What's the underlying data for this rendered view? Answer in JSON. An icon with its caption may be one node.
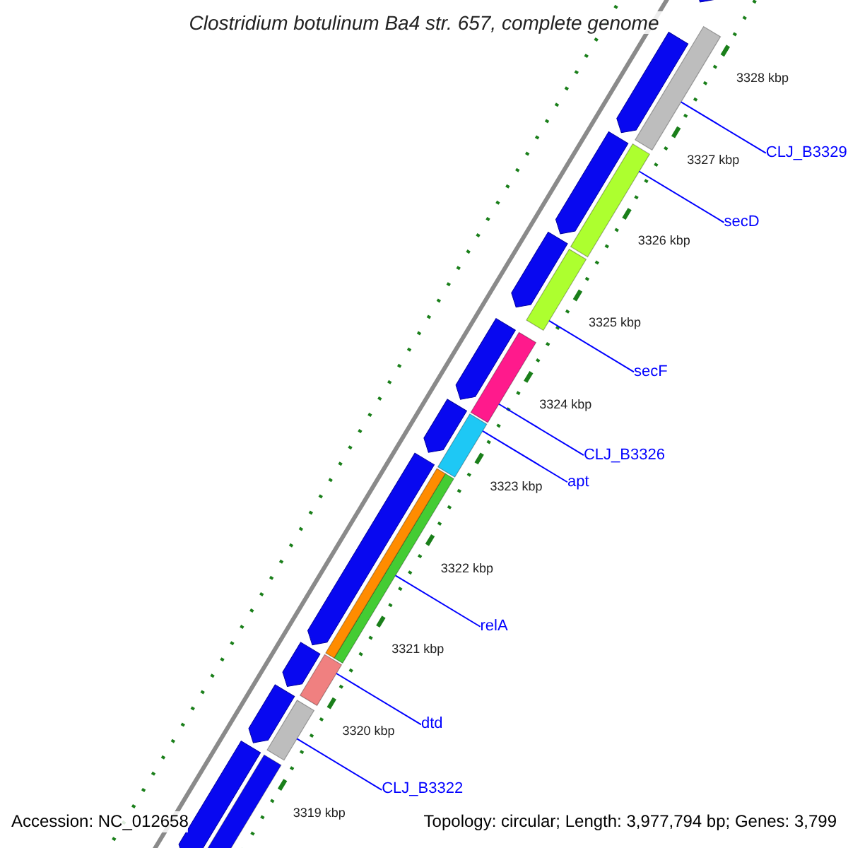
{
  "diagram": {
    "title": "Clostridium botulinum Ba4 str. 657, complete genome",
    "nodes": [
      {
        "text": [
          "CLJ_B3329"
        ]
      },
      {
        "text": [
          "secD"
        ]
      },
      {
        "text": [
          "secF"
        ]
      },
      {
        "text": [
          "CLJ_B3326"
        ]
      },
      {
        "text": [
          "apt"
        ]
      },
      {
        "text": [
          "relA"
        ]
      },
      {
        "text": [
          "dtd"
        ]
      },
      {
        "text": [
          "CLJ_B3322"
        ]
      },
      {
        "text": [],
        "shape": "bar"
      },
      {
        "text": [],
        "shape": "bar"
      },
      {
        "text": [],
        "shape": "bar"
      },
      {
        "text": [],
        "shape": "bar"
      },
      {
        "text": [],
        "shape": "bar"
      },
      {
        "text": [],
        "shape": "bar"
      },
      {
        "text": [],
        "shape": "bar"
      },
      {
        "text": [],
        "shape": "bar"
      },
      {
        "text": [],
        "shape": "bar"
      },
      {
        "text": [],
        "shape": "bar"
      },
      {
        "text": [],
        "shape": "bar"
      },
      {
        "text": [],
        "shape": "bar"
      },
      {
        "text": [],
        "shape": "bar"
      },
      {
        "text": [],
        "shape": "bar"
      },
      {
        "text": [],
        "shape": "bar"
      },
      {
        "text": [],
        "shape": "bar"
      },
      {
        "text": [],
        "shape": "bar"
      },
      {
        "text": [],
        "shape": "bar"
      },
      {
        "text": [],
        "shape": "bar"
      },
      {
        "text": [],
        "shape": "bar"
      }
    ],
    "edges": [
      {
        "from": 0,
        "to": 8,
        "arrow": "none"
      },
      {
        "from": 1,
        "to": 9,
        "arrow": "none"
      },
      {
        "from": 2,
        "to": 10,
        "arrow": "none"
      },
      {
        "from": 3,
        "to": 11,
        "arrow": "none"
      },
      {
        "from": 4,
        "to": 12,
        "arrow": "none"
      },
      {
        "from": 5,
        "to": 13,
        "arrow": "none"
      },
      {
        "from": 6,
        "to": 14,
        "arrow": "none"
      },
      {
        "from": 7,
        "to": 15,
        "arrow": "none"
      }
    ],
    "labels": [
      "3328 kbp",
      "3327 kbp",
      "3326 kbp",
      "3325 kbp",
      "3324 kbp",
      "3323 kbp",
      "3322 kbp",
      "3321 kbp",
      "3320 kbp",
      "3319 kbp",
      "Accession: NC_012658",
      "Topology: circular; Length: 3,977,794 bp; Genes: 3,799"
    ]
  }
}
